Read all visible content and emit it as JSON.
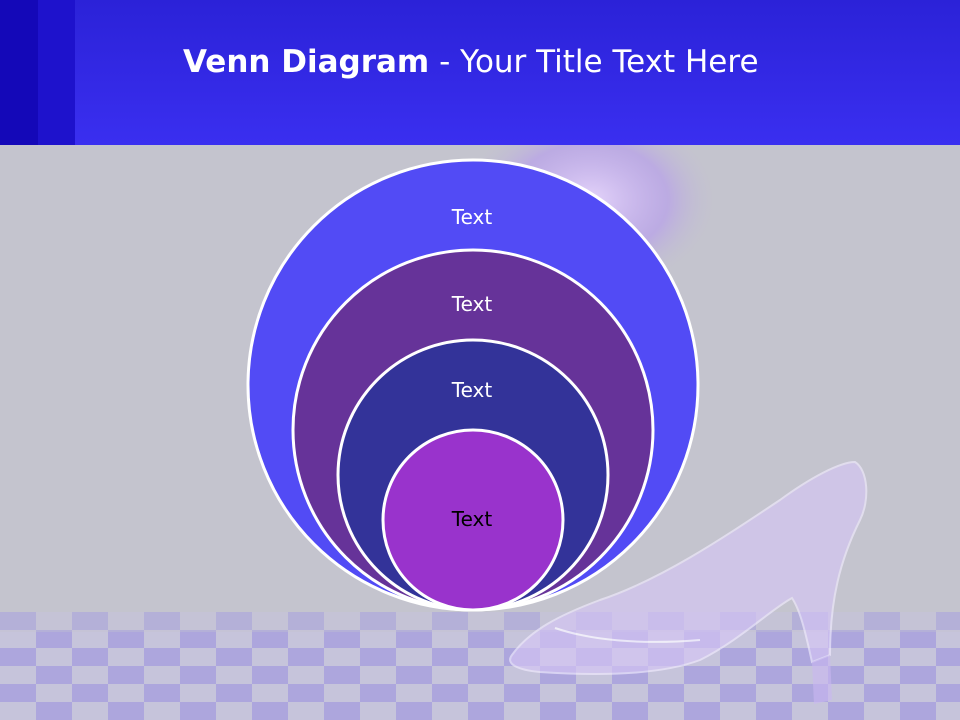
{
  "slide": {
    "title_bold": "Venn Diagram",
    "title_rest": " - Your Title Text Here"
  },
  "diagram": {
    "circles": [
      {
        "label": "Text",
        "color": "#524bf5"
      },
      {
        "label": "Text",
        "color": "#663399"
      },
      {
        "label": "Text",
        "color": "#333399"
      },
      {
        "label": "Text",
        "color": "#9933cc"
      }
    ]
  },
  "colors": {
    "header": "#3a2ff0",
    "background": "#c4c4ce",
    "circle_outline": "#ffffff"
  }
}
